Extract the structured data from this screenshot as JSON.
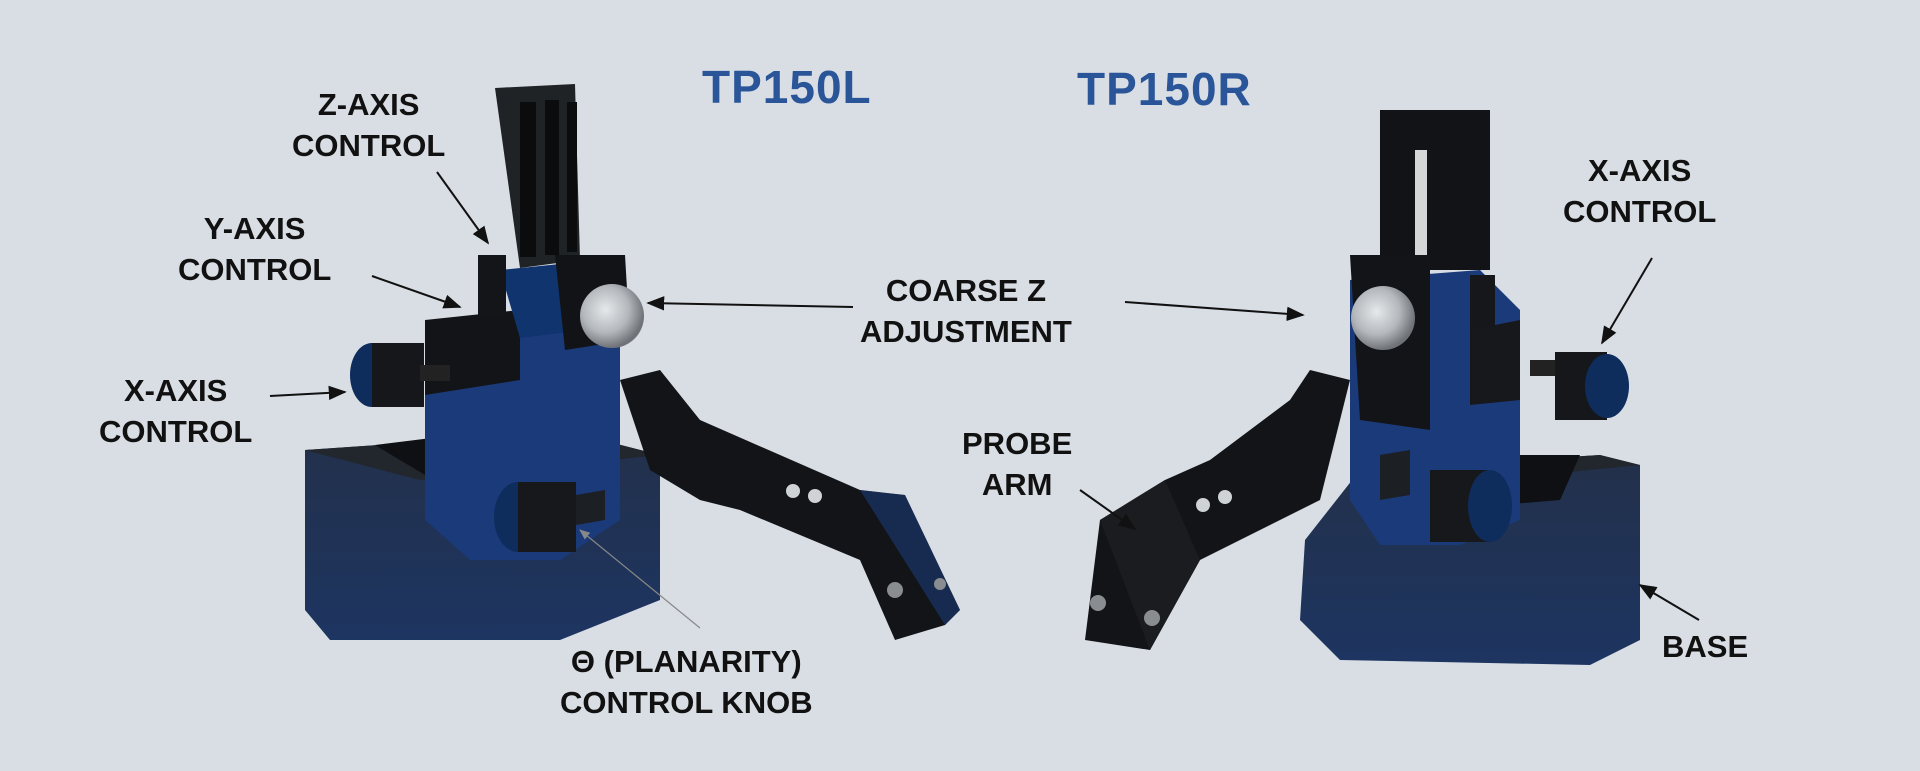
{
  "titles": {
    "left_model": "TP150L",
    "right_model": "TP150R"
  },
  "colors": {
    "background": "#d9dee5",
    "title_blue": "#2b5599",
    "label_black": "#111111",
    "device_blue": "#1a3a78",
    "device_black": "#141619"
  },
  "left_device": {
    "labels": {
      "z_axis": {
        "line1": "Z-AXIS",
        "line2": "CONTROL"
      },
      "y_axis": {
        "line1": "Y-AXIS",
        "line2": "CONTROL"
      },
      "x_axis": {
        "line1": "X-AXIS",
        "line2": "CONTROL"
      },
      "theta": {
        "line1": "Θ (PLANARITY)",
        "line2": "CONTROL KNOB"
      }
    }
  },
  "shared": {
    "coarse_z": {
      "line1": "COARSE Z",
      "line2": "ADJUSTMENT"
    }
  },
  "right_device": {
    "labels": {
      "x_axis": {
        "line1": "X-AXIS",
        "line2": "CONTROL"
      },
      "probe_arm": {
        "line1": "PROBE",
        "line2": "ARM"
      },
      "base": {
        "line1": "BASE"
      }
    }
  }
}
